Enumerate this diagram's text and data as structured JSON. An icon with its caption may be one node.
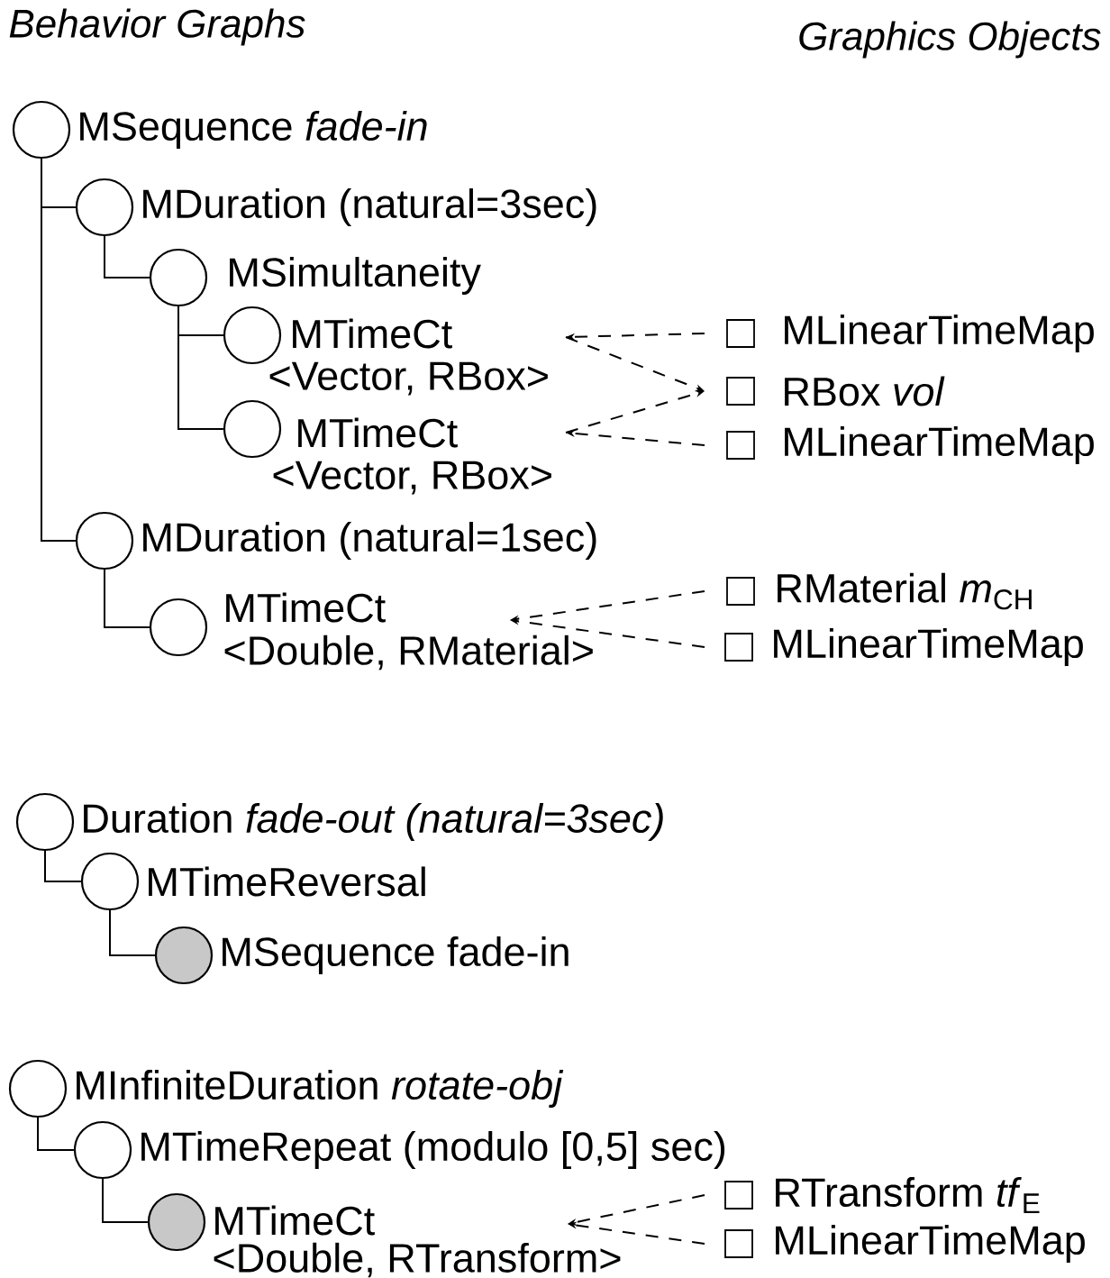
{
  "diagram": {
    "nodes": [
      {
        "text": [
          "MSequence *fade-in*"
        ]
      },
      {
        "text": [
          "MDuration (natural=3sec)"
        ]
      },
      {
        "text": [
          "MSimultaneity"
        ]
      },
      {
        "text": [
          "MTimeCt",
          "<Vector, RBox>"
        ]
      },
      {
        "text": [
          "MTimeCt",
          "<Vector, RBox>"
        ]
      },
      {
        "text": [
          "MDuration (natural=1sec)"
        ]
      },
      {
        "text": [
          "MTimeCt",
          "<Double, RMaterial>"
        ]
      },
      {
        "text": [
          "Duration *fade-out (natural=3sec)*"
        ]
      },
      {
        "text": [
          "MTimeReversal"
        ]
      },
      {
        "text": [
          "MSequence fade-in"
        ]
      },
      {
        "text": [
          "MInfiniteDuration *rotate-obj*"
        ]
      },
      {
        "text": [
          "MTimeRepeat (modulo [0,5] sec)"
        ]
      },
      {
        "text": [
          "MTimeCt",
          "<Double, RTransform>"
        ]
      },
      {
        "text": [
          "MLinearTimeMap"
        ]
      },
      {
        "text": [
          "RBox *vol*"
        ]
      },
      {
        "text": [
          "MLinearTimeMap"
        ]
      },
      {
        "text": [
          "RMaterial *m*$_{CH}$"
        ]
      },
      {
        "text": [
          "MLinearTimeMap"
        ]
      },
      {
        "text": [
          "RTransform *tf*$_{E}$"
        ]
      },
      {
        "text": [
          "MLinearTimeMap"
        ]
      }
    ],
    "edges": [
      {
        "from": 0,
        "to": 1,
        "arrow": "none"
      },
      {
        "from": 1,
        "to": 2,
        "arrow": "none"
      },
      {
        "from": 2,
        "to": 3,
        "arrow": "none"
      },
      {
        "from": 2,
        "to": 4,
        "arrow": "none"
      },
      {
        "from": 0,
        "to": 5,
        "arrow": "none"
      },
      {
        "from": 5,
        "to": 6,
        "arrow": "none"
      },
      {
        "from": 7,
        "to": 8,
        "arrow": "none"
      },
      {
        "from": 8,
        "to": 9,
        "arrow": "none"
      },
      {
        "from": 10,
        "to": 11,
        "arrow": "none"
      },
      {
        "from": 11,
        "to": 12,
        "arrow": "none"
      },
      {
        "from": 13,
        "to": 3,
        "arrow": "to",
        "style": "dashed"
      },
      {
        "from": 3,
        "to": 14,
        "arrow": "to",
        "style": "dashed"
      },
      {
        "from": 4,
        "to": 14,
        "arrow": "to",
        "style": "dashed"
      },
      {
        "from": 15,
        "to": 4,
        "arrow": "to",
        "style": "dashed"
      },
      {
        "from": 16,
        "to": 6,
        "arrow": "to",
        "style": "dashed"
      },
      {
        "from": 17,
        "to": 6,
        "arrow": "to",
        "style": "dashed"
      },
      {
        "from": 18,
        "to": 12,
        "arrow": "to",
        "style": "dashed"
      },
      {
        "from": 19,
        "to": 12,
        "arrow": "to",
        "style": "dashed"
      }
    ],
    "labels": [
      "Behavior Graphs",
      "Graphics Objects"
    ]
  }
}
